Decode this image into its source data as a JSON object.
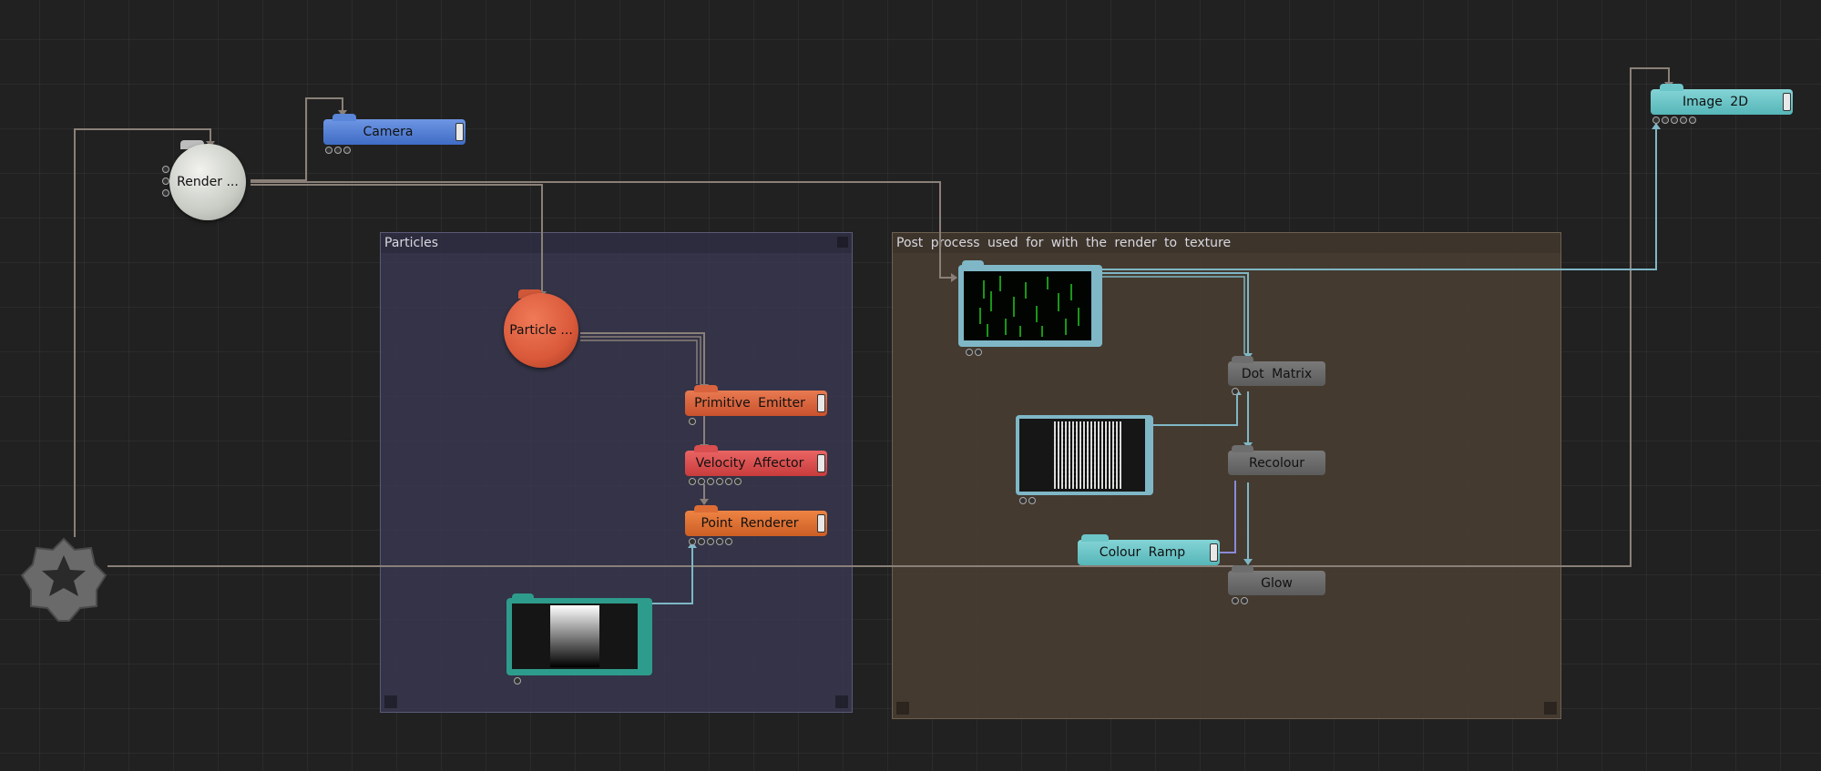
{
  "groups": {
    "particles": {
      "title": "Particles"
    },
    "postprocess": {
      "title": "Post process used for with the render to texture"
    }
  },
  "nodes": {
    "camera": {
      "label": "Camera"
    },
    "render": {
      "label": "Render ..."
    },
    "particle": {
      "label": "Particle ..."
    },
    "primitive_emitter": {
      "label": "Primitive Emitter"
    },
    "velocity_affector": {
      "label": "Velocity Affector"
    },
    "point_renderer": {
      "label": "Point Renderer"
    },
    "dot_matrix": {
      "label": "Dot Matrix"
    },
    "recolour": {
      "label": "Recolour"
    },
    "colour_ramp": {
      "label": "Colour Ramp"
    },
    "glow": {
      "label": "Glow"
    },
    "image_2d": {
      "label": "Image 2D"
    }
  },
  "icons": {
    "root": "gear-star-icon",
    "gradient_texture": "gradient-texture-thumbnail",
    "render_texture": "render-texture-thumbnail",
    "noise_texture": "noise-texture-thumbnail"
  },
  "colors": {
    "canvas": "#212121",
    "wire": "#8a8078",
    "wire_cyan": "#7fb7c6",
    "camera": "#4f7fd6",
    "particle": "#d9593a",
    "emitter": "#d9633e",
    "affector": "#d94e4e",
    "renderer": "#dd6d35",
    "post": "#6e6e6e",
    "image2d": "#6cc6c8",
    "ramp": "#6cc6c8"
  }
}
